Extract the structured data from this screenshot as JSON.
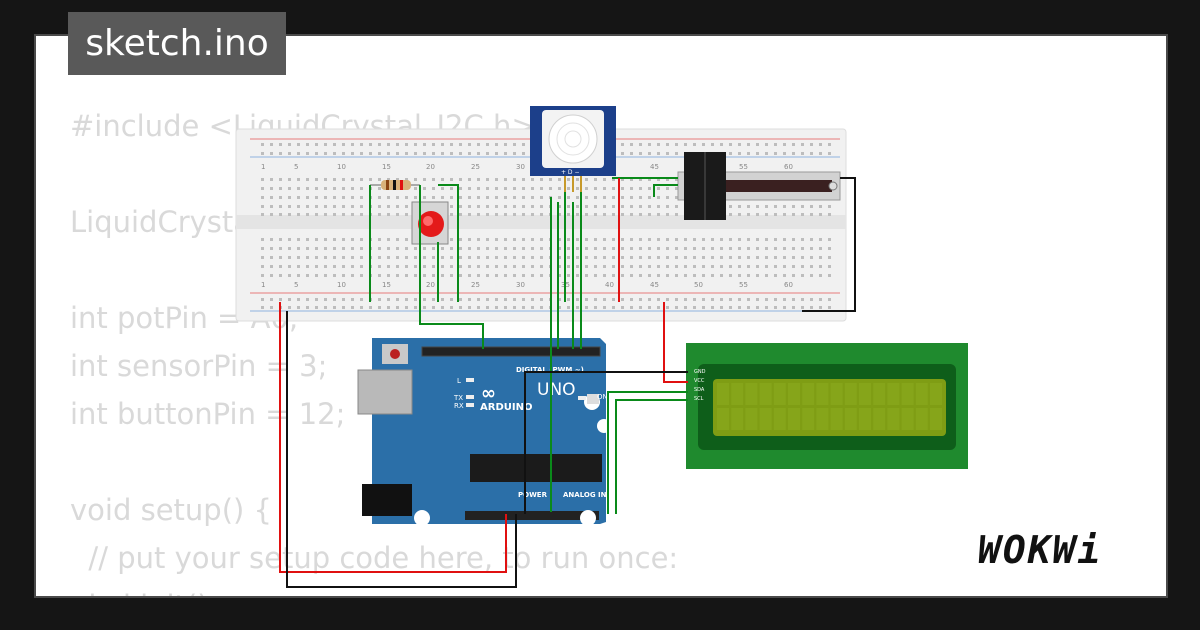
{
  "title": "sketch.ino",
  "brand": "WOKWi",
  "code": "#include <LiquidCrystal_I2C.h>\n\nLiquidCrystal_I2C lcd(0x27, 16, 2);\n\nint potPin = A0;\nint sensorPin = 3;\nint buttonPin = 12;\n\nvoid setup() {\n  // put your setup code here, to run once:\n  lcd.init();",
  "board": {
    "logo": "UNO",
    "brand_text": "ARDUINO",
    "digital_label": "DIGITAL (PWM ~)",
    "power_label": "POWER",
    "analog_label": "ANALOG IN",
    "on_label": "ON",
    "tx_label": "TX",
    "rx_label": "RX",
    "l_label": "L"
  },
  "lcd_pins": [
    "GND",
    "VCC",
    "SDA",
    "SCL"
  ],
  "colors": {
    "background": "#151515",
    "card": "#ffffff",
    "tab": "#595959",
    "board": "#2b6fa8",
    "lcd": "#1f8a2e",
    "lcd_screen": "#7f9d14",
    "wire_green": "#0a8a1a",
    "wire_red": "#e01010",
    "wire_black": "#111111"
  }
}
